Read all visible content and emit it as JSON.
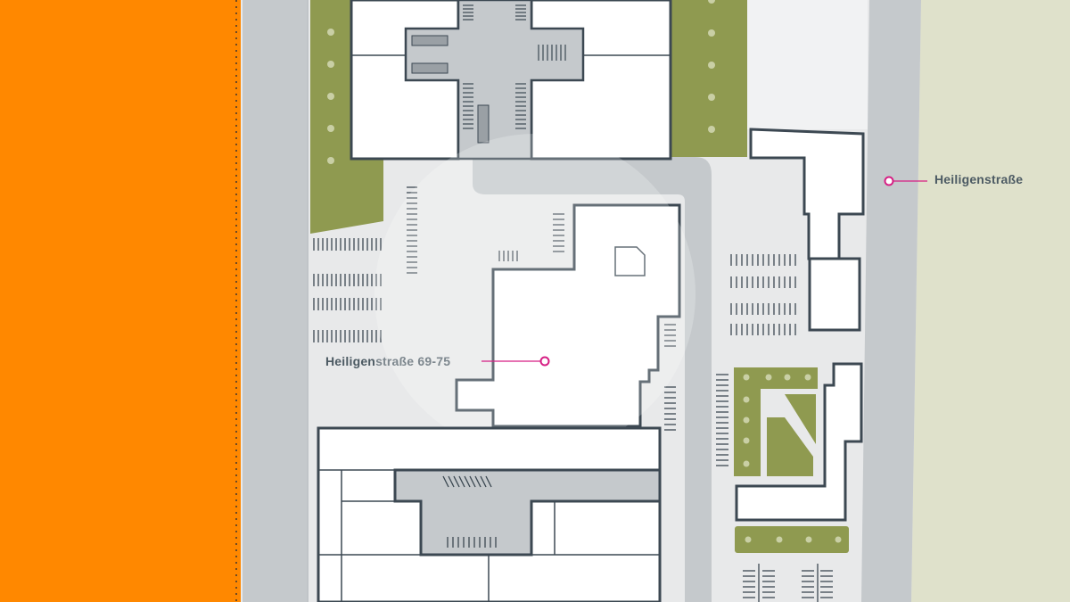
{
  "colors": {
    "orange_zone": "#ff8800",
    "road": "#c5c9cc",
    "ground": "#e8e9ea",
    "green_area": "#8f9a50",
    "outer_field": "#dfe1cb",
    "building_fill": "#ffffff",
    "building_outline": "#3c4852",
    "marker": "#d61f84"
  },
  "labels": {
    "street": "Heiligenstraße",
    "property_bold": "Heiligen",
    "property_light": "straße 69-75"
  },
  "icons": {
    "property_marker": "location-ring-icon",
    "street_marker": "location-ring-icon"
  }
}
